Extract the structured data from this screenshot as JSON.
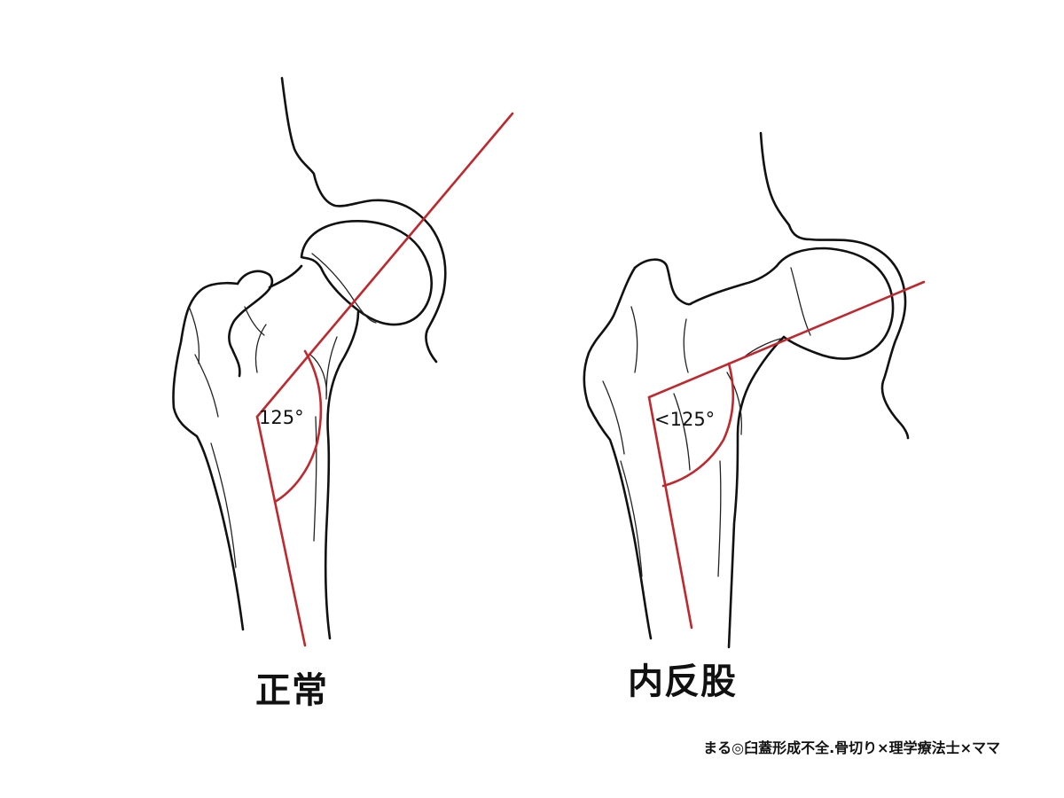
{
  "figures": [
    {
      "angle_label": "125°",
      "caption": "正常",
      "neck_shaft_angle_deg": 125
    },
    {
      "angle_label": "<125°",
      "caption": "内反股",
      "neck_shaft_angle_deg": 110
    }
  ],
  "credit": "まる◎臼蓋形成不全.骨切り×理学療法士×ママ",
  "colors": {
    "outline": "#111111",
    "axis_lines": "#c0282d",
    "background": "#ffffff"
  }
}
